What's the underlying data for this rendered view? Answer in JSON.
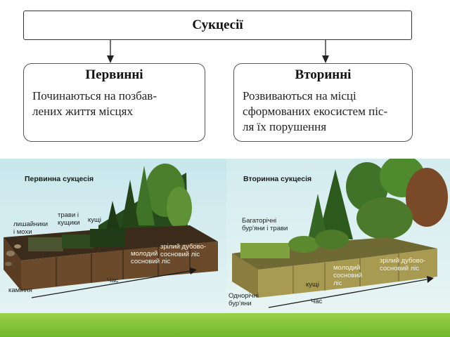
{
  "header": {
    "title": "Сукцесії"
  },
  "primary": {
    "title": "Первинні",
    "description": "Починаються на позбав-\nлених життя місцях"
  },
  "secondary": {
    "title": "Вторинні",
    "description": "Розвиваються на місці\nсформованих екосистем піс-\nля їх порушення"
  },
  "primary_illustration": {
    "title": "Первинна сукцесія",
    "labels": {
      "lichens": "лишайники\nі мохи",
      "grasses": "трави і\nкущики",
      "shrubs": "кущі",
      "young_pine": "молодий\nсосновий ліс",
      "mature_oak": "зрілий дубово-\nсосновий ліс",
      "stones": "каміння",
      "time": "Час"
    }
  },
  "secondary_illustration": {
    "title": "Вторинна сукцесія",
    "labels": {
      "perennial": "Багаторічні\nбур'яни і трави",
      "annual": "Однорічні\nбур'яни",
      "shrubs": "кущі",
      "young_pine": "молодий\nсосновий\nліс",
      "mature_oak": "зрілий дубово-\nсосновий ліс",
      "time": "Час"
    }
  },
  "colors": {
    "soil": "#6b4a2b",
    "soil_light": "#8a6a3e",
    "forest_dark": "#1f3a16",
    "forest_mid": "#3d6b23",
    "grass_light": "#7fb83a",
    "sky": "#d5ecef"
  }
}
